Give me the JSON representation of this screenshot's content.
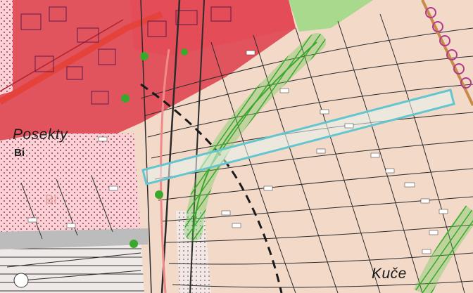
{
  "map": {
    "places": {
      "posekty": "Posekty",
      "kuce": "Kuče"
    },
    "zone_codes": {
      "left_code": "Bi",
      "pink_code": "BI"
    },
    "colors": {
      "base": "#f3d9c8",
      "urban": "#e2545d",
      "parcel_line": "#2b2b2b",
      "corridor": "#5fc74a",
      "highlight": "#63c6cf",
      "road_red": "#e5423c",
      "dotted_pink": "#f4c9d0",
      "railway": "#c88a48"
    }
  }
}
